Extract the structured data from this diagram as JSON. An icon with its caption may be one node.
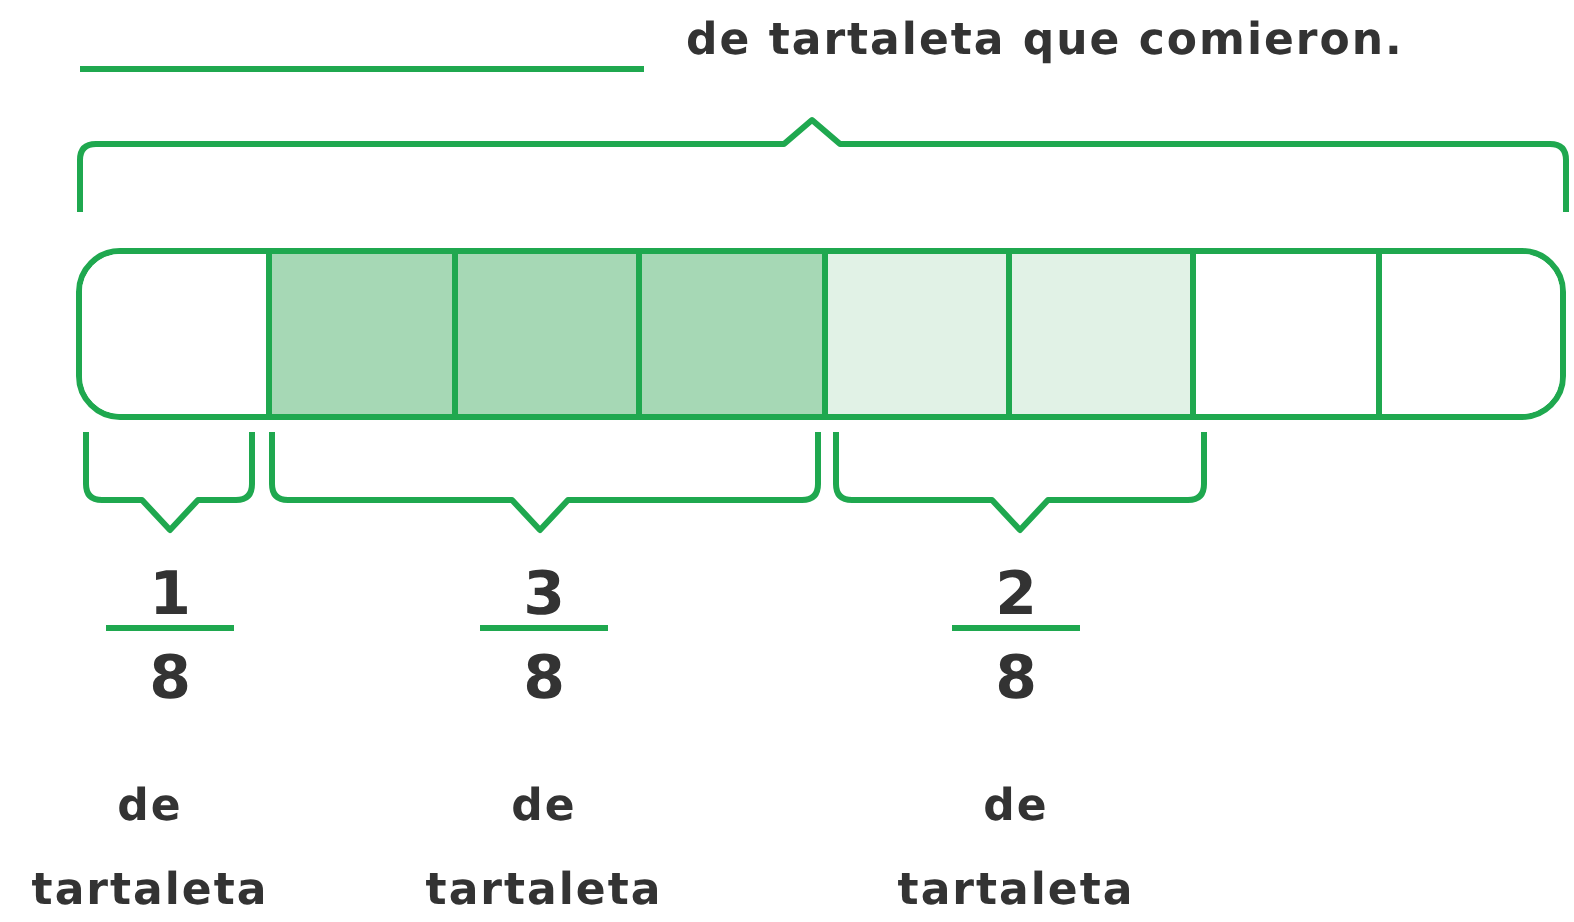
{
  "diagram": {
    "nodes": [
      {
        "text": [],
        "shape": "bar"
      },
      {
        "text": [],
        "shape": "box",
        "in": 0
      },
      {
        "text": [],
        "shape": "box",
        "in": 0
      },
      {
        "text": [],
        "shape": "box",
        "in": 0
      },
      {
        "text": [],
        "shape": "box",
        "in": 0
      },
      {
        "text": [],
        "shape": "box",
        "in": 0
      },
      {
        "text": [],
        "shape": "box",
        "in": 0
      },
      {
        "text": [],
        "shape": "box",
        "in": 0
      },
      {
        "text": [],
        "shape": "box",
        "in": 0
      }
    ],
    "labels": [
      "de tartaleta que comieron.",
      "1",
      "8",
      "de tartaleta",
      "3",
      "8",
      "de tartaleta",
      "2",
      "8",
      "de tartaleta"
    ]
  }
}
